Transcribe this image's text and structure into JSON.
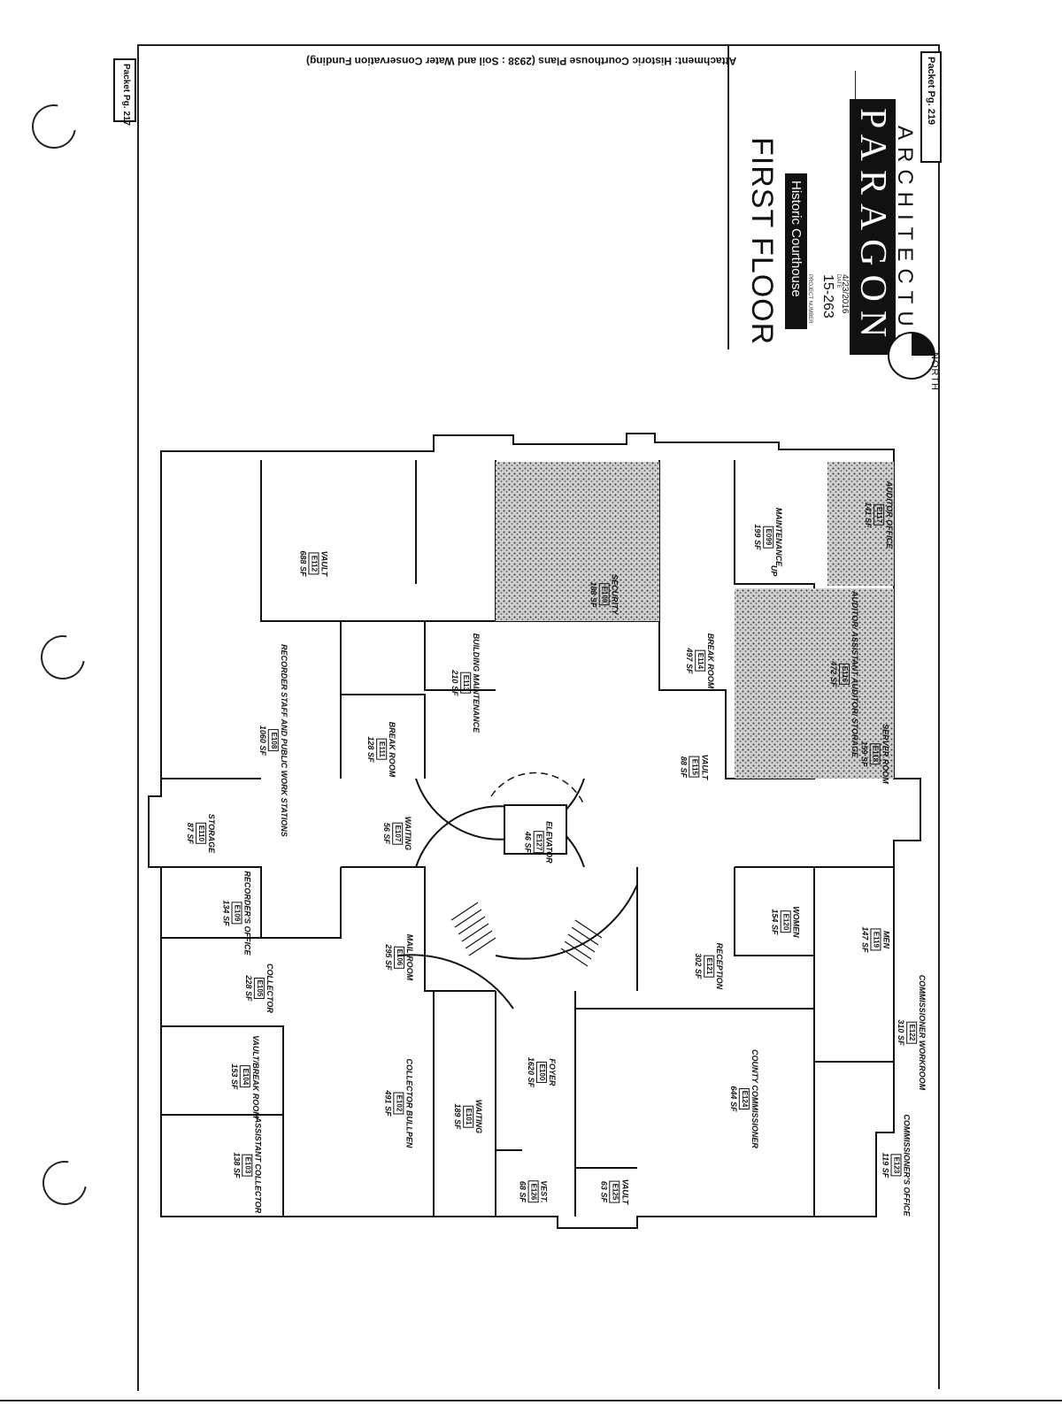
{
  "header_attachment": "Attachment: Historic Courthouse Plans  (2938 : Soil and Water Conservation Funding)",
  "packet_top": "Packet Pg. 217",
  "packet_right": "Packet Pg. 219",
  "title_block": {
    "sheet_title": "FIRST FLOOR",
    "project_name": "Historic Courthouse",
    "project_number_label": "PROJECT NUMBER",
    "project_number": "15-263",
    "date_label": "DATE",
    "date": "4/23/2016",
    "firm_name": "PARAGON",
    "firm_subtitle": "ARCHITECTURE",
    "north_label": "NORTH"
  },
  "rooms": [
    {
      "name": "VAULT",
      "number": "E112",
      "area": "688 SF"
    },
    {
      "name": "RECORDER STAFF AND PUBLIC WORK STATIONS",
      "number": "E108",
      "area": "1060 SF"
    },
    {
      "name": "BUILDING MAINTENANCE",
      "number": "E113",
      "area": "210 SF"
    },
    {
      "name": "BREAK ROOM",
      "number": "E111",
      "area": "128 SF"
    },
    {
      "name": "SECURITY",
      "number": "E100",
      "area": "188 SF"
    },
    {
      "name": "BREAK ROOM",
      "number": "E114",
      "area": "497 SF"
    },
    {
      "name": "MAINTENANCE",
      "number": "E099",
      "area": "199 SF"
    },
    {
      "name": "AUDITOR OFFICE",
      "number": "E117",
      "area": "141 SF"
    },
    {
      "name": "AUDITOR/ ASSISTANT AUDITOR/ STORAGE",
      "number": "E116",
      "area": "472 SF"
    },
    {
      "name": "VAULT",
      "number": "E115",
      "area": "88 SF"
    },
    {
      "name": "SERVER ROOM",
      "number": "E118",
      "area": "159 SF"
    },
    {
      "name": "STORAGE",
      "number": "E110",
      "area": "87 SF"
    },
    {
      "name": "WAITING",
      "number": "E107",
      "area": "56 SF"
    },
    {
      "name": "ELEVATOR",
      "number": "E127",
      "area": "46 SF"
    },
    {
      "name": "RECORDER'S OFFICE",
      "number": "E109",
      "area": "134 SF"
    },
    {
      "name": "MAIL ROOM",
      "number": "E106",
      "area": "295 SF"
    },
    {
      "name": "WOMEN",
      "number": "E120",
      "area": "154 SF"
    },
    {
      "name": "MEN",
      "number": "E119",
      "area": "147 SF"
    },
    {
      "name": "COLLECTOR",
      "number": "E105",
      "area": "228 SF"
    },
    {
      "name": "RECEPTION",
      "number": "E121",
      "area": "302 SF"
    },
    {
      "name": "COMMISSIONER WORKROOM",
      "number": "E122",
      "area": "310 SF"
    },
    {
      "name": "VAULT/BREAK ROOM",
      "number": "E104",
      "area": "153 SF"
    },
    {
      "name": "COLLECTOR BULLPEN",
      "number": "E102",
      "area": "491 SF"
    },
    {
      "name": "WAITING",
      "number": "E101",
      "area": "189 SF"
    },
    {
      "name": "FOYER",
      "number": "E100",
      "area": "1620 SF"
    },
    {
      "name": "COUNTY COMMISSIONER",
      "number": "E124",
      "area": "644 SF"
    },
    {
      "name": "ASSISTANT COLLECTOR",
      "number": "E103",
      "area": "138 SF"
    },
    {
      "name": "VEST.",
      "number": "E126",
      "area": "68 SF"
    },
    {
      "name": "VAULT",
      "number": "E125",
      "area": "63 SF"
    },
    {
      "name": "COMMISSIONER'S OFFICE",
      "number": "E123",
      "area": "119 SF"
    }
  ],
  "stair_label": "UP"
}
